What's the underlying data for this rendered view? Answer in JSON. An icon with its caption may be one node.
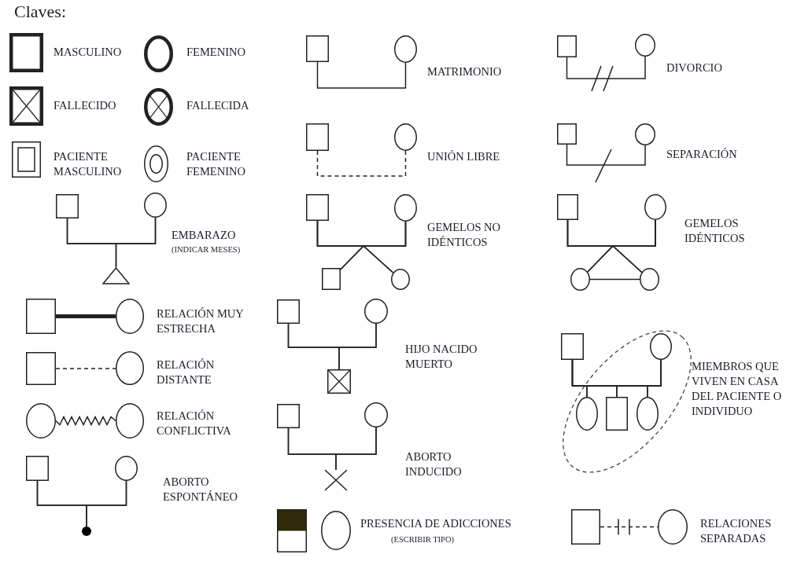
{
  "diagram": {
    "title": "Claves:",
    "nodes": [
      {
        "text": [],
        "shape": "box",
        "beside": [
          "MASCULINO"
        ]
      },
      {
        "text": [],
        "shape": "circle",
        "beside": [
          "FEMENINO"
        ]
      },
      {
        "text": [],
        "shape": "box",
        "beside": [
          "FALLECIDO"
        ]
      },
      {
        "text": [],
        "shape": "circle",
        "beside": [
          "FALLECIDA"
        ]
      },
      {
        "text": [],
        "shape": "box",
        "beside": [
          "PACIENTE MASCULINO"
        ]
      },
      {
        "text": [],
        "shape": "circle",
        "beside": [
          "PACIENTE FEMENINO"
        ]
      },
      {
        "text": [],
        "shape": "box"
      },
      {
        "text": [],
        "shape": "circle"
      },
      {
        "text": [],
        "shape": "triangle"
      },
      {
        "text": [],
        "shape": "box"
      },
      {
        "text": [],
        "shape": "circle"
      },
      {
        "text": [],
        "shape": "box"
      },
      {
        "text": [],
        "shape": "circle"
      },
      {
        "text": [],
        "shape": "box"
      },
      {
        "text": [],
        "shape": "circle"
      },
      {
        "text": [],
        "shape": "box"
      },
      {
        "text": [],
        "shape": "circle"
      },
      {
        "text": [],
        "shape": "box"
      },
      {
        "text": [],
        "shape": "circle"
      },
      {
        "text": [],
        "shape": "box"
      },
      {
        "text": [],
        "shape": "circle"
      },
      {
        "text": [],
        "shape": "box"
      },
      {
        "text": [],
        "shape": "circle"
      },
      {
        "text": [],
        "shape": "circle"
      },
      {
        "text": [],
        "shape": "circle"
      },
      {
        "text": [],
        "shape": "box"
      },
      {
        "text": [],
        "shape": "circle"
      },
      {
        "text": [],
        "shape": "box"
      },
      {
        "text": [],
        "shape": "circle"
      },
      {
        "text": [],
        "shape": "circle"
      },
      {
        "text": [],
        "shape": "circle"
      },
      {
        "text": [],
        "shape": "box"
      },
      {
        "text": [],
        "shape": "circle"
      },
      {
        "text": [],
        "shape": "dot"
      },
      {
        "text": [],
        "shape": "box"
      },
      {
        "text": [],
        "shape": "circle"
      },
      {
        "text": [],
        "shape": "box"
      },
      {
        "text": [],
        "shape": "box"
      },
      {
        "text": [],
        "shape": "circle"
      },
      {
        "text": [],
        "shape": "cross"
      },
      {
        "text": [],
        "shape": "box"
      },
      {
        "text": [],
        "shape": "circle"
      },
      {
        "text": [],
        "shape": "circle"
      },
      {
        "text": [],
        "shape": "box"
      },
      {
        "text": [],
        "shape": "circle"
      },
      {
        "text": [],
        "shape": "box"
      },
      {
        "text": [],
        "shape": "circle"
      },
      {
        "text": [],
        "shape": "box"
      },
      {
        "text": [],
        "shape": "circle"
      }
    ],
    "edges": [
      {
        "from": 6,
        "to": 7,
        "arrow": "none"
      },
      {
        "from": 6,
        "to": 8,
        "arrow": "none"
      },
      {
        "from": 7,
        "to": 8,
        "arrow": "none"
      },
      {
        "from": 9,
        "to": 10,
        "arrow": "none"
      },
      {
        "from": 11,
        "to": 12,
        "arrow": "none"
      },
      {
        "from": 13,
        "to": 14,
        "arrow": "none",
        "style": "dashed"
      },
      {
        "from": 15,
        "to": 16,
        "arrow": "none"
      },
      {
        "from": 17,
        "to": 18,
        "arrow": "none"
      },
      {
        "from": 17,
        "to": 19,
        "arrow": "none"
      },
      {
        "from": 18,
        "to": 19,
        "arrow": "none"
      },
      {
        "from": 17,
        "to": 20,
        "arrow": "none"
      },
      {
        "from": 18,
        "to": 20,
        "arrow": "none"
      },
      {
        "from": 21,
        "to": 22,
        "arrow": "none"
      },
      {
        "from": 21,
        "to": 23,
        "arrow": "none"
      },
      {
        "from": 22,
        "to": 23,
        "arrow": "none"
      },
      {
        "from": 21,
        "to": 24,
        "arrow": "none"
      },
      {
        "from": 22,
        "to": 24,
        "arrow": "none"
      },
      {
        "from": 23,
        "to": 24,
        "arrow": "none"
      },
      {
        "from": 25,
        "to": 26,
        "arrow": "none",
        "style": "thick"
      },
      {
        "from": 27,
        "to": 28,
        "arrow": "none",
        "style": "dashed"
      },
      {
        "from": 29,
        "to": 30,
        "arrow": "none"
      },
      {
        "from": 31,
        "to": 32,
        "arrow": "none"
      },
      {
        "from": 31,
        "to": 33,
        "arrow": "none"
      },
      {
        "from": 32,
        "to": 33,
        "arrow": "none"
      },
      {
        "from": 34,
        "to": 35,
        "arrow": "none"
      },
      {
        "from": 34,
        "to": 36,
        "arrow": "none"
      },
      {
        "from": 35,
        "to": 36,
        "arrow": "none"
      },
      {
        "from": 37,
        "to": 38,
        "arrow": "none"
      },
      {
        "from": 37,
        "to": 39,
        "arrow": "none"
      },
      {
        "from": 38,
        "to": 39,
        "arrow": "none"
      },
      {
        "from": 40,
        "to": 41,
        "arrow": "none"
      },
      {
        "from": 40,
        "to": 42,
        "arrow": "none"
      },
      {
        "from": 41,
        "to": 42,
        "arrow": "none"
      },
      {
        "from": 40,
        "to": 43,
        "arrow": "none"
      },
      {
        "from": 41,
        "to": 43,
        "arrow": "none"
      },
      {
        "from": 40,
        "to": 44,
        "arrow": "none"
      },
      {
        "from": 41,
        "to": 44,
        "arrow": "none"
      },
      {
        "from": 47,
        "to": 48,
        "arrow": "none",
        "style": "dashed"
      }
    ],
    "labels": [
      "MATRIMONIO",
      "DIVORCIO",
      "UNIÓN LIBRE",
      "SEPARACIÓN",
      "EMBARAZO",
      "(INDICAR MESES)",
      "GEMELOS NO IDÉNTICOS",
      "GEMELOS IDÉNTICOS",
      "RELACIÓN MUY ESTRECHA",
      "HIJO NACIDO MUERTO",
      "MIEMBROS QUE VIVEN EN CASA DEL PACIENTE O INDIVIDUO",
      "RELACIÓN DISTANTE",
      "RELACIÓN CONFLICTIVA",
      "ABORTO INDUCIDO",
      "ABORTO ESPONTÁNEO",
      "PRESENCIA DE ADICCIONES",
      "(ESCRIBIR TIPO)",
      "RELACIONES SEPARADAS"
    ]
  }
}
